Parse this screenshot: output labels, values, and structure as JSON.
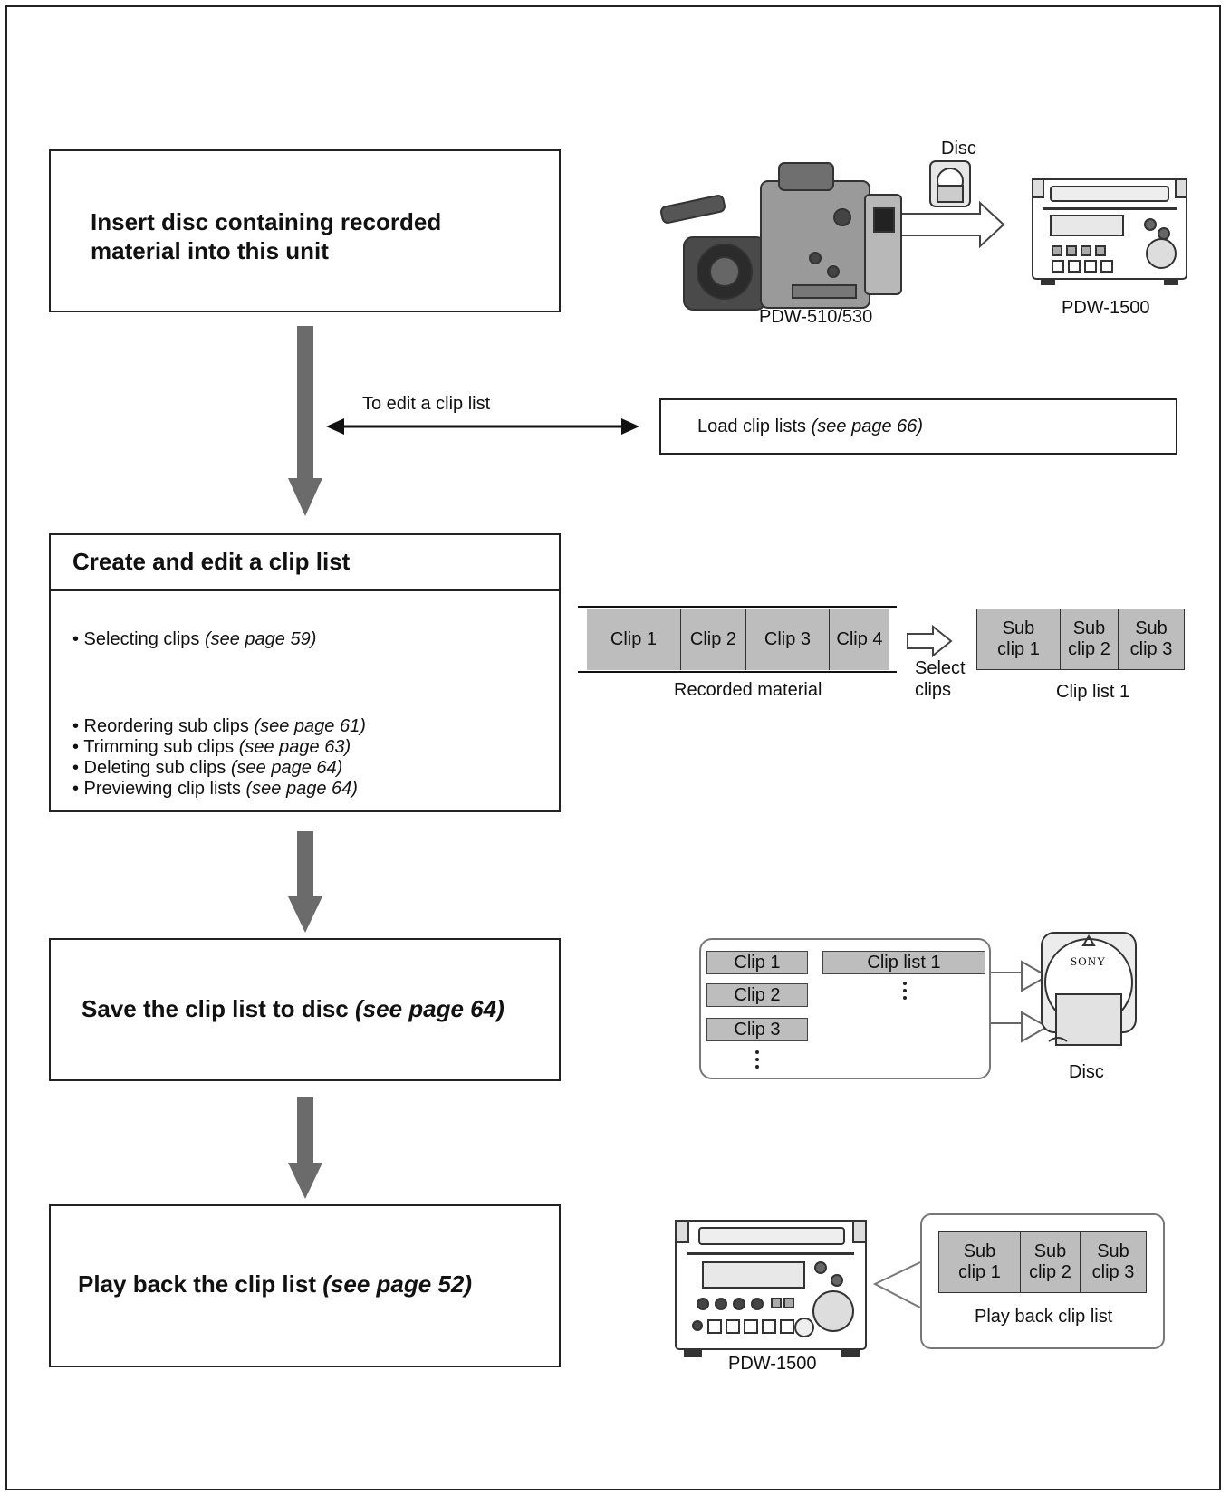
{
  "steps": {
    "insert": {
      "title_line1": "Insert disc containing recorded",
      "title_line2": "material into this unit"
    },
    "create": {
      "title": "Create and edit a clip list",
      "selecting": {
        "text": "• Selecting clips ",
        "ref": "(see page 59)"
      },
      "items": [
        {
          "text": "• Reordering sub clips ",
          "ref": "(see page 61)"
        },
        {
          "text": "• Trimming sub clips ",
          "ref": "(see page 63)"
        },
        {
          "text": "• Deleting sub clips ",
          "ref": "(see page 64)"
        },
        {
          "text": "• Previewing clip lists ",
          "ref": "(see page 64)"
        }
      ]
    },
    "save": {
      "text": "Save the clip list to disc ",
      "ref": "(see page 64)"
    },
    "play": {
      "text": "Play back the clip list ",
      "ref": "(see page 52)"
    }
  },
  "branch": {
    "label": "To edit a clip list",
    "load_text": "Load clip lists ",
    "load_ref": "(see page 66)"
  },
  "fig_insert": {
    "disc_label": "Disc",
    "camera_label": "PDW-510/530",
    "deck_label": "PDW-1500"
  },
  "fig_create": {
    "clips": [
      "Clip 1",
      "Clip 2",
      "Clip 3",
      "Clip 4"
    ],
    "recorded_label": "Recorded material",
    "select_label_1": "Select",
    "select_label_2": "clips",
    "sub_clips": [
      {
        "l1": "Sub",
        "l2": "clip 1"
      },
      {
        "l1": "Sub",
        "l2": "clip 2"
      },
      {
        "l1": "Sub",
        "l2": "clip 3"
      }
    ],
    "cliplist_label": "Clip list 1"
  },
  "fig_save": {
    "clips": [
      "Clip 1",
      "Clip 2",
      "Clip 3"
    ],
    "cliplist": "Clip list 1",
    "disc_label": "Disc",
    "brand": "SONY"
  },
  "fig_play": {
    "deck_label": "PDW-1500",
    "sub_clips": [
      {
        "l1": "Sub",
        "l2": "clip 1"
      },
      {
        "l1": "Sub",
        "l2": "clip 2"
      },
      {
        "l1": "Sub",
        "l2": "clip 3"
      }
    ],
    "playback_label": "Play back clip list"
  },
  "colors": {
    "flow_arrow": "#6b6b6b",
    "cell_fill": "#bdbdbd",
    "bubble_border": "#777777"
  }
}
